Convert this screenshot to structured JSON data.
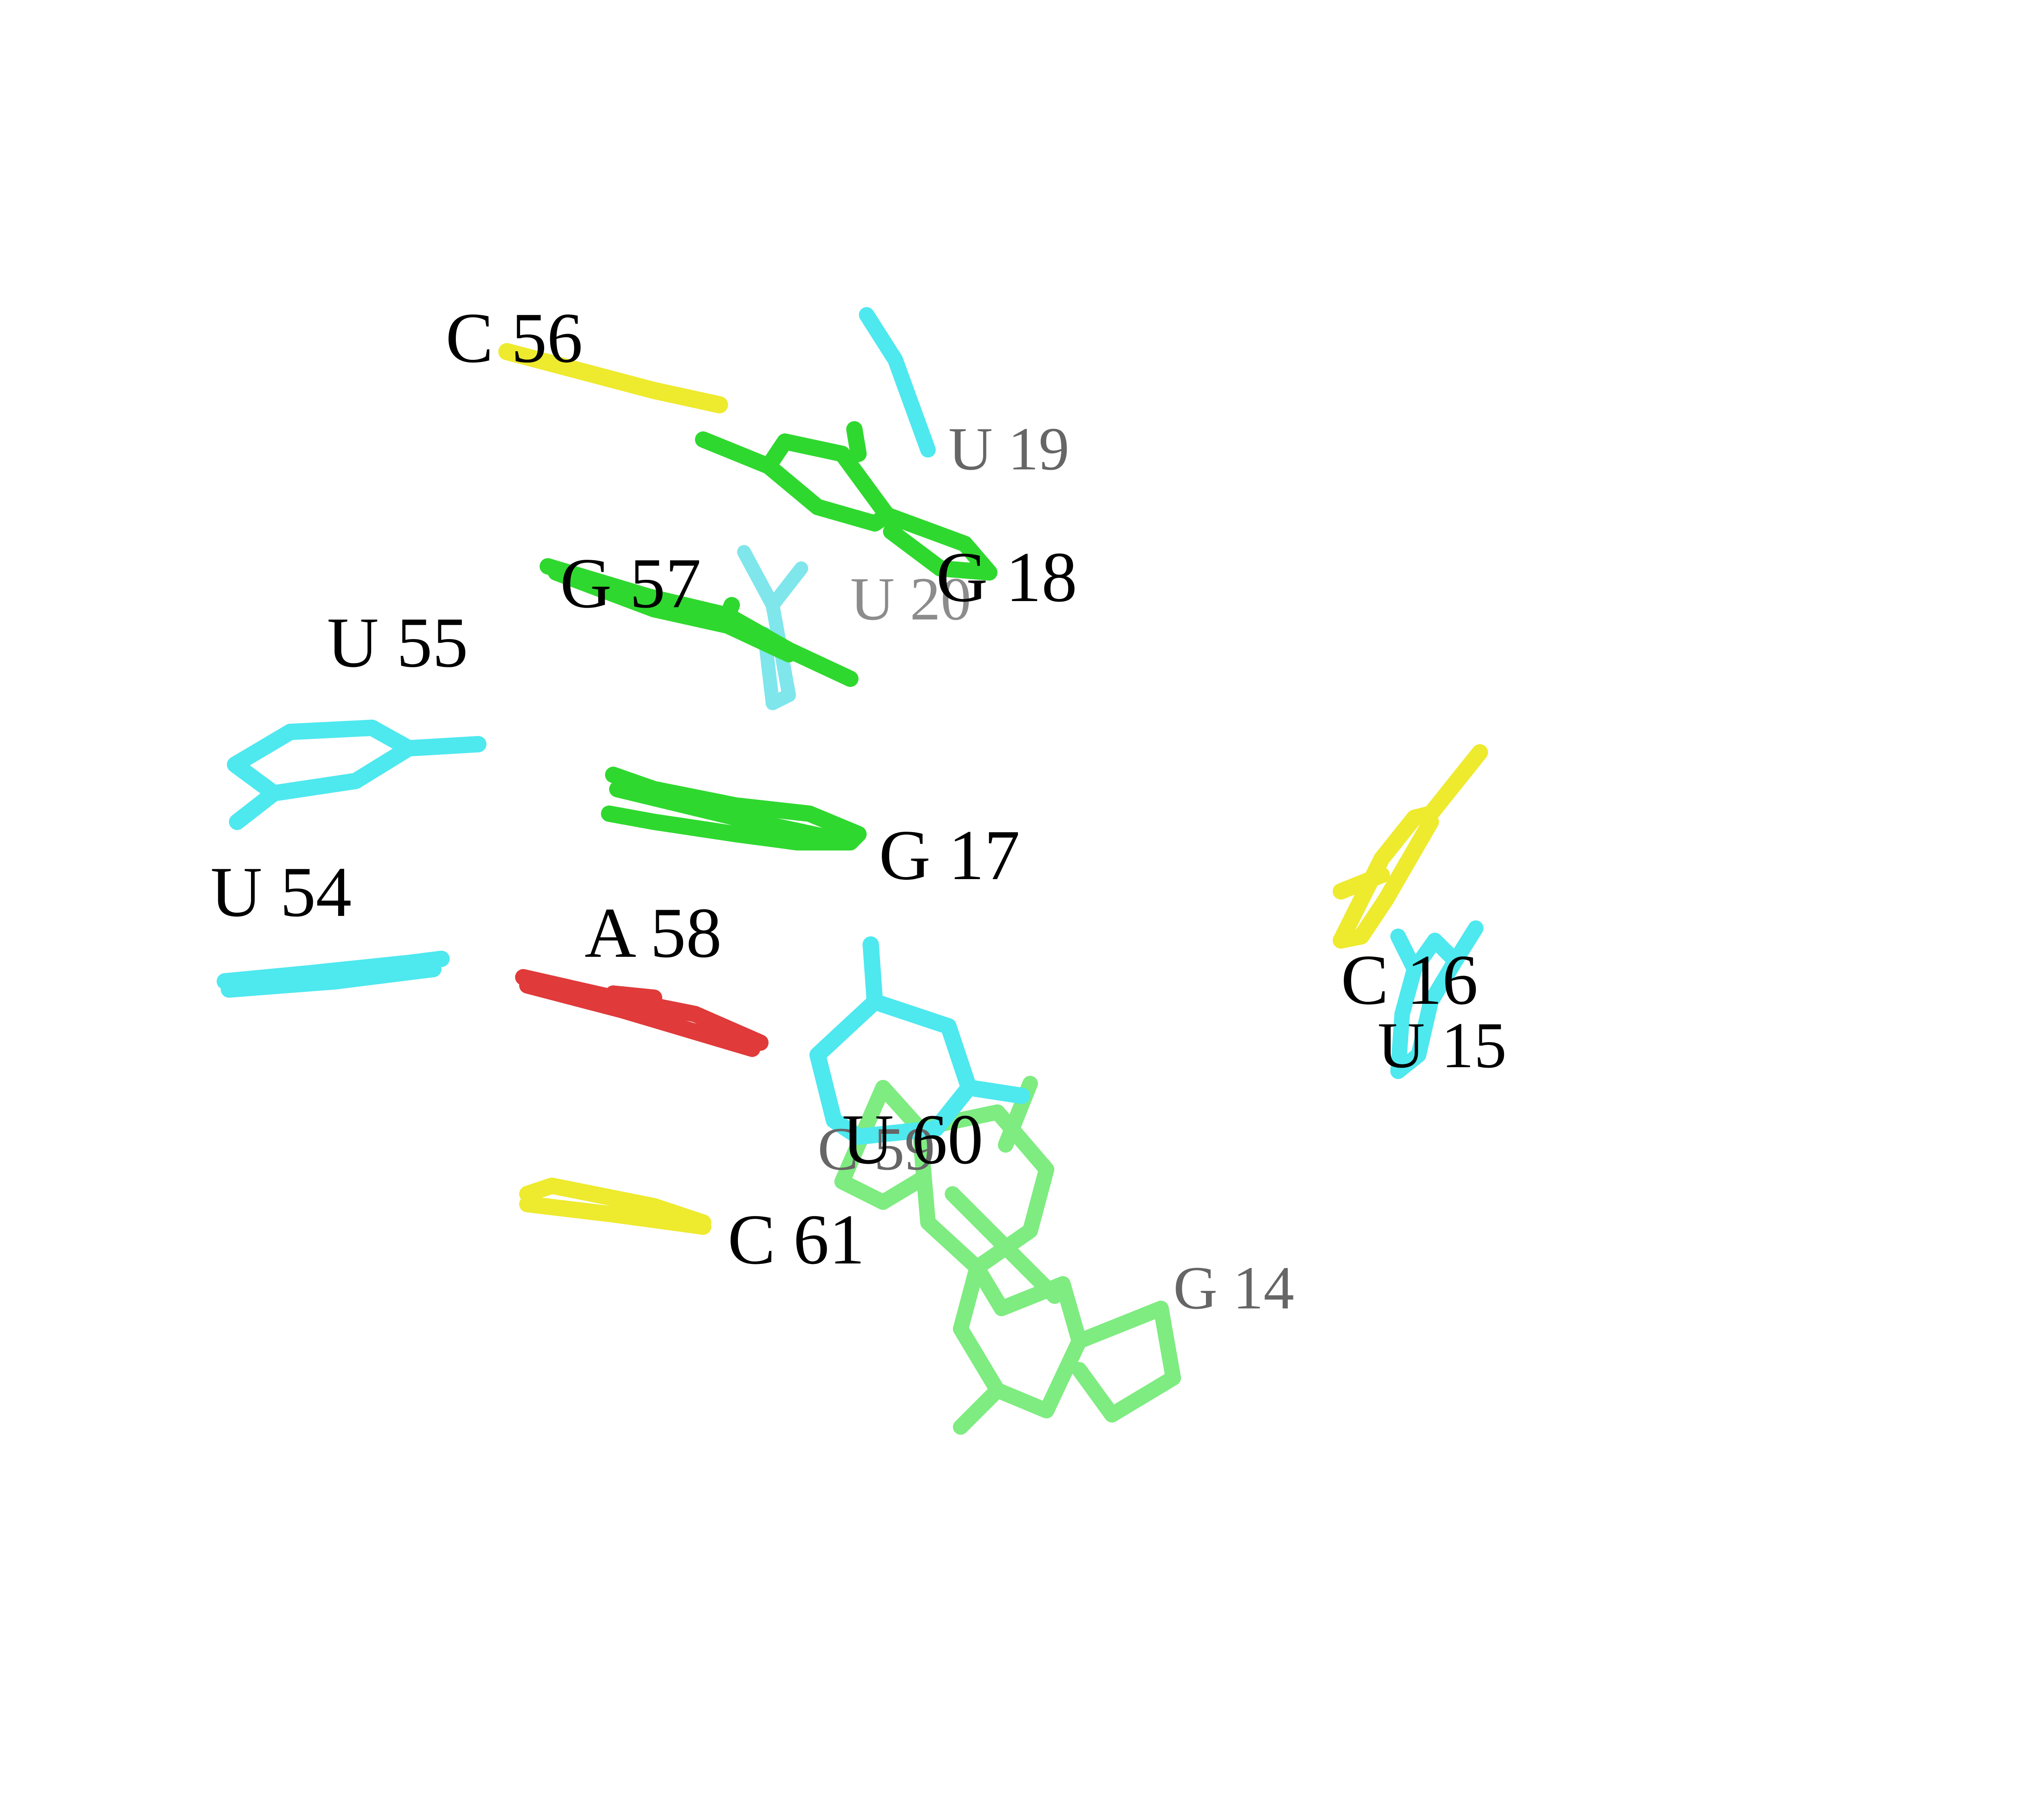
{
  "colors": {
    "uracil": "#4ee8ef",
    "guanine": "#2fd82f",
    "guanine_light": "#7eec80",
    "cytosine": "#eeea2e",
    "adenine": "#e03a3a",
    "label_front": "#000000",
    "label_mid": "#666666",
    "label_back": "#8c8c8c"
  },
  "residues": [
    {
      "id": "c56",
      "label": "C 56",
      "icon": "cytosine-base-icon"
    },
    {
      "id": "u19",
      "label": "U 19",
      "icon": "uracil-base-icon"
    },
    {
      "id": "g18",
      "label": "G 18",
      "icon": "guanine-base-icon"
    },
    {
      "id": "g57",
      "label": "G 57",
      "icon": "guanine-base-icon"
    },
    {
      "id": "u20",
      "label": "U 20",
      "icon": "uracil-base-icon"
    },
    {
      "id": "u55",
      "label": "U 55",
      "icon": "uracil-base-icon"
    },
    {
      "id": "g17",
      "label": "G 17",
      "icon": "guanine-base-icon"
    },
    {
      "id": "u54",
      "label": "U 54",
      "icon": "uracil-base-icon"
    },
    {
      "id": "a58",
      "label": "A 58",
      "icon": "adenine-base-icon"
    },
    {
      "id": "c16",
      "label": "C 16",
      "icon": "cytosine-base-icon"
    },
    {
      "id": "u15",
      "label": "U 15",
      "icon": "uracil-base-icon"
    },
    {
      "id": "c59",
      "label": "C 59",
      "icon": "cytosine-base-icon"
    },
    {
      "id": "u60",
      "label": "U 60",
      "icon": "uracil-base-icon"
    },
    {
      "id": "c61",
      "label": "C 61",
      "icon": "cytosine-base-icon"
    },
    {
      "id": "g14",
      "label": "G 14",
      "icon": "guanine-base-icon"
    }
  ]
}
